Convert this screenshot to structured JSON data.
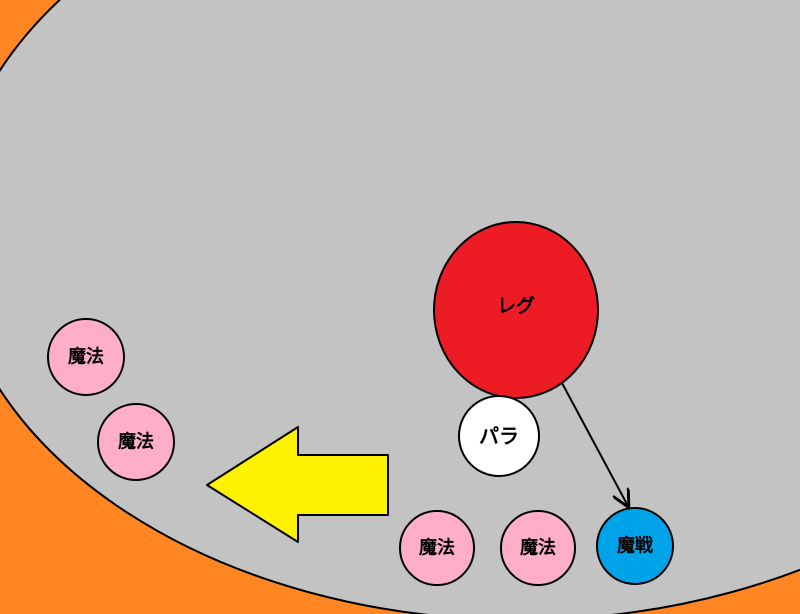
{
  "colors": {
    "background": "#FF8623",
    "arena": "#C3C3C3",
    "leg": "#ED1C24",
    "mage": "#FFAEC9",
    "paladin": "#FFFFFF",
    "magic_knight": "#00A2E8",
    "move_arrow": "#FFF200",
    "outline": "#000000"
  },
  "units": {
    "leg": "レグ",
    "paladin": "パラ",
    "magic_knight": "魔戦",
    "mage_1": "魔法",
    "mage_2": "魔法",
    "mage_3": "魔法",
    "mage_4": "魔法"
  },
  "icons": {
    "move_arrow": "yellow-left-arrow",
    "target_arrow": "thin-black-arrow"
  }
}
